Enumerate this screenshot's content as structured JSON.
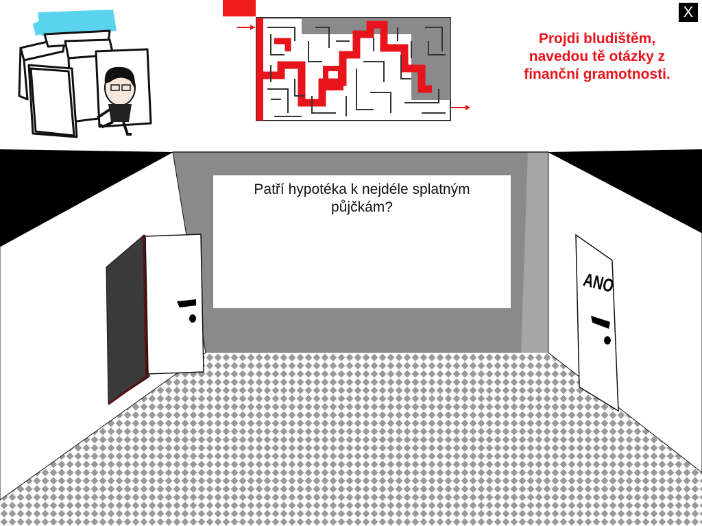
{
  "game": {
    "instruction": "Projdi bludištěm, navedou tě otázky z finanční gramotnosti.",
    "question": "Patří hypotéka k nejdéle splatným půjčkám?",
    "close_label": "X",
    "door_right_sign": "ANO",
    "colors": {
      "accent_red": "#e8141c",
      "back_wall": "#8c8c8c",
      "floor": "#9c9c9c",
      "door_left_frame": "#3a3a3a"
    }
  }
}
